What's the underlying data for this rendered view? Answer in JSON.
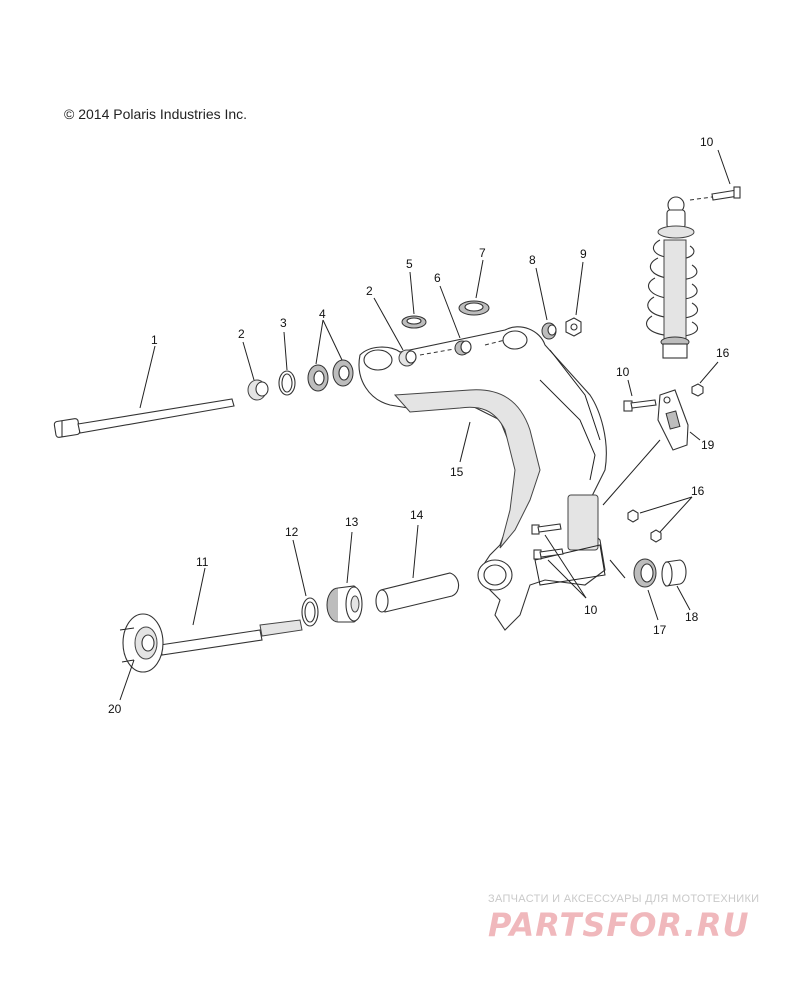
{
  "copyright": "© 2014 Polaris Industries Inc.",
  "watermark": {
    "tagline": "ЗАПЧАСТИ И АКСЕССУАРЫ ДЛЯ МОТОТЕХНИКИ",
    "logo": "PARTSFOR.RU"
  },
  "callouts": {
    "c1": "1",
    "c2a": "2",
    "c2b": "2",
    "c3": "3",
    "c4": "4",
    "c5": "5",
    "c6": "6",
    "c7": "7",
    "c8": "8",
    "c9": "9",
    "c10a": "10",
    "c10b": "10",
    "c10c": "10",
    "c11": "11",
    "c12": "12",
    "c13": "13",
    "c14": "14",
    "c15": "15",
    "c16a": "16",
    "c16b": "16",
    "c17": "17",
    "c18": "18",
    "c19": "19",
    "c20": "20"
  },
  "colors": {
    "line": "#222222",
    "watermark_logo": "#f0b8bc",
    "watermark_text": "#c9c9c9"
  }
}
